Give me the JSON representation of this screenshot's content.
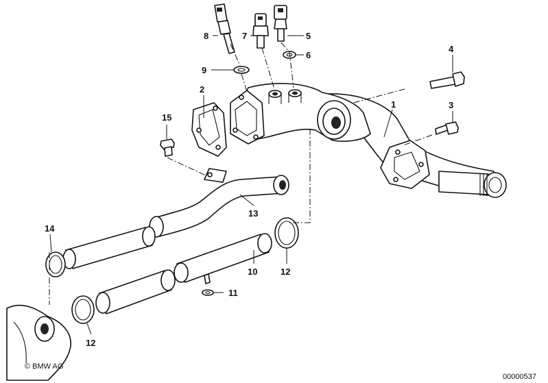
{
  "callouts": {
    "p1": "1",
    "p2": "2",
    "p3": "3",
    "p4": "4",
    "p5": "5",
    "p6": "6",
    "p7": "7",
    "p8": "8",
    "p9": "9",
    "p10": "10",
    "p11": "11",
    "p12a": "12",
    "p12b": "12",
    "p13": "13",
    "p14": "14",
    "p15": "15"
  },
  "footer": {
    "copyright": "© BMW AG",
    "diagram_number": "00000537"
  }
}
